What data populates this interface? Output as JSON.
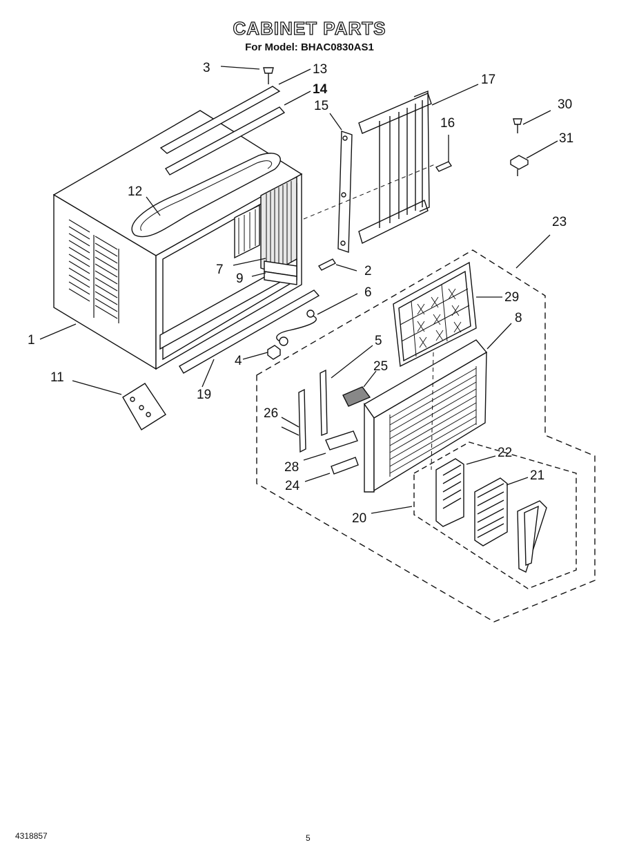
{
  "header": {
    "title": "CABINET PARTS",
    "subtitle": "For Model: BHAC0830AS1"
  },
  "callouts": [
    "1",
    "2",
    "3",
    "4",
    "5",
    "6",
    "7",
    "8",
    "9",
    "11",
    "12",
    "13",
    "14",
    "15",
    "16",
    "17",
    "19",
    "20",
    "21",
    "22",
    "23",
    "24",
    "25",
    "26",
    "28",
    "29",
    "30",
    "31"
  ],
  "footer": {
    "doc_number": "4318857",
    "page_number": "5"
  }
}
